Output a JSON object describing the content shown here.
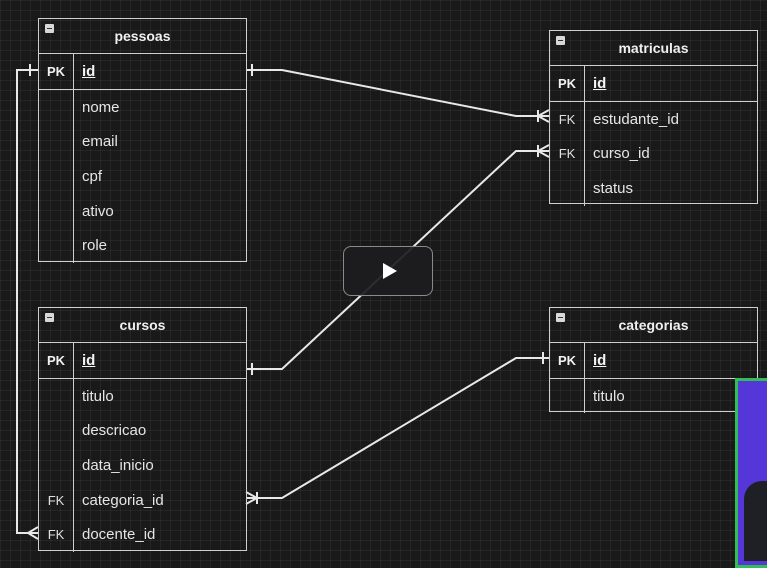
{
  "tables": {
    "pessoas": {
      "name": "pessoas",
      "pk": {
        "key": "PK",
        "field": "id"
      },
      "fields": [
        {
          "key": "",
          "field": "nome"
        },
        {
          "key": "",
          "field": "email"
        },
        {
          "key": "",
          "field": "cpf"
        },
        {
          "key": "",
          "field": "ativo"
        },
        {
          "key": "",
          "field": "role"
        }
      ]
    },
    "matriculas": {
      "name": "matriculas",
      "pk": {
        "key": "PK",
        "field": "id"
      },
      "fields": [
        {
          "key": "FK",
          "field": "estudante_id"
        },
        {
          "key": "FK",
          "field": "curso_id"
        },
        {
          "key": "",
          "field": "status"
        }
      ]
    },
    "cursos": {
      "name": "cursos",
      "pk": {
        "key": "PK",
        "field": "id"
      },
      "fields": [
        {
          "key": "",
          "field": "titulo"
        },
        {
          "key": "",
          "field": "descricao"
        },
        {
          "key": "",
          "field": "data_inicio"
        },
        {
          "key": "FK",
          "field": "categoria_id"
        },
        {
          "key": "FK",
          "field": "docente_id"
        }
      ]
    },
    "categorias": {
      "name": "categorias",
      "pk": {
        "key": "PK",
        "field": "id"
      },
      "fields": [
        {
          "key": "",
          "field": "titulo"
        }
      ]
    }
  },
  "relationships": [
    {
      "from": "pessoas.id",
      "to": "matriculas.estudante_id",
      "type": "one-to-many"
    },
    {
      "from": "cursos.id",
      "to": "matriculas.curso_id",
      "type": "one-to-many"
    },
    {
      "from": "categorias.id",
      "to": "cursos.categoria_id",
      "type": "one-to-many"
    },
    {
      "from": "pessoas.id",
      "to": "cursos.docente_id",
      "type": "one-to-many"
    }
  ],
  "video": {
    "play_icon": "play-icon"
  }
}
